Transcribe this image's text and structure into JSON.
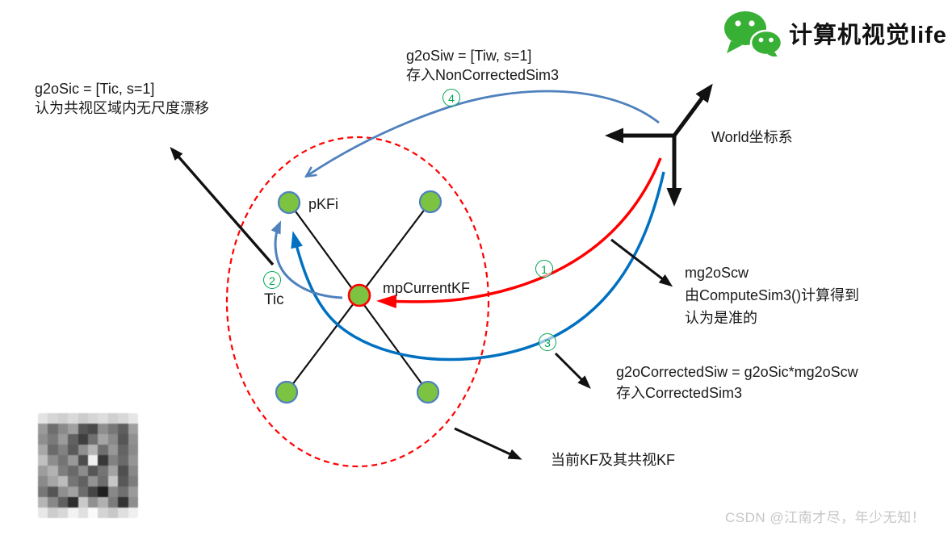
{
  "logo": {
    "icon": "wechat-icon",
    "cn": "计算机视觉",
    "en": "life"
  },
  "annotations": {
    "g2oSic": {
      "line1": "g2oSic = [Tic, s=1]",
      "line2": "认为共视区域内无尺度漂移"
    },
    "g2oSiw": {
      "line1": "g2oSiw = [Tiw, s=1]",
      "line2": "存入NonCorrectedSim3"
    },
    "world": "World坐标系",
    "pKFi": "pKFi",
    "mpCurrentKF": "mpCurrentKF",
    "Tic": "Tic",
    "mg2oScw": {
      "line1": "mg2oScw",
      "line2": "由ComputeSim3()计算得到",
      "line3": "认为是准的"
    },
    "corrected": {
      "line1": "g2oCorrectedSiw = g2oSic*mg2oScw",
      "line2": "存入CorrectedSim3"
    },
    "covisible": "当前KF及其共视KF"
  },
  "badges": [
    {
      "label": "1"
    },
    {
      "label": "2"
    },
    {
      "label": "3"
    },
    {
      "label": "4"
    }
  ],
  "watermark": "CSDN @江南才尽，年少无知！",
  "colors": {
    "red": "#FF0000",
    "blue": "#0070C0",
    "steel_blue": "#4F81BD",
    "node_green": "#7CC342",
    "badge_green": "#00A651",
    "wechat_green": "#38B035",
    "text": "#1A1A1A",
    "watermark_gray": "#C6C6C6"
  },
  "qr_mosaic": {
    "rows": [
      [
        "#e3e3e3",
        "#d6d6d6",
        "#cfcfcf",
        "#d9d9d9",
        "#cccccc",
        "#d5d5d5",
        "#dddddd",
        "#d0d0d0",
        "#d8d8d8",
        "#e6e6e6"
      ],
      [
        "#9a9a9a",
        "#6e6e6e",
        "#8a8a8a",
        "#a0a0a0",
        "#555555",
        "#4a4a4a",
        "#8e8e8e",
        "#777777",
        "#5e5e5e",
        "#9f9f9f"
      ],
      [
        "#8f8f8f",
        "#7a7a7a",
        "#9b9b9b",
        "#616161",
        "#3f3f3f",
        "#707070",
        "#a5a5a5",
        "#8a8a8a",
        "#565656",
        "#909090"
      ],
      [
        "#a8a8a8",
        "#6b6b6b",
        "#828282",
        "#5a5a5a",
        "#8f8f8f",
        "#b5b5b5",
        "#6f6f6f",
        "#979797",
        "#646464",
        "#8b8b8b"
      ],
      [
        "#c0c0c0",
        "#8d8d8d",
        "#747474",
        "#989898",
        "#4d4d4d",
        "#f0f0f0",
        "#383838",
        "#828282",
        "#6a6a6a",
        "#959595"
      ],
      [
        "#9d9d9d",
        "#b2b2b2",
        "#7e7e7e",
        "#696969",
        "#8c8c8c",
        "#565656",
        "#747474",
        "#a3a3a3",
        "#4f4f4f",
        "#888888"
      ],
      [
        "#8a8a8a",
        "#a6a6a6",
        "#bcbcbc",
        "#757575",
        "#616161",
        "#939393",
        "#6d6d6d",
        "#c7c7c7",
        "#585858",
        "#7d7d7d"
      ],
      [
        "#777777",
        "#555555",
        "#8f8f8f",
        "#a1a1a1",
        "#6c6c6c",
        "#454545",
        "#1f1f1f",
        "#888888",
        "#707070",
        "#9a9a9a"
      ],
      [
        "#b5b5b5",
        "#888888",
        "#606060",
        "#2e2e2e",
        "#c9c9c9",
        "#909090",
        "#b0b0b0",
        "#7b7b7b",
        "#333333",
        "#8d8d8d"
      ],
      [
        "#e8e8e8",
        "#cdcdcd",
        "#d8d8d8",
        "#f2f2f2",
        "#e0e0e0",
        "#fafafa",
        "#d4d4d4",
        "#c8c8c8",
        "#dfdfdf",
        "#efefef"
      ]
    ]
  }
}
